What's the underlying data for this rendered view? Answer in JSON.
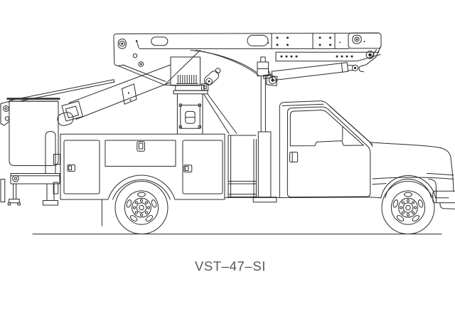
{
  "page": {
    "background_color": "#ffffff"
  },
  "figure": {
    "kind": "technical line drawing",
    "subject": "aerial-lift bucket truck, side view",
    "line_color": "#2b2b2b",
    "paper_color": "#ffffff",
    "parts": [
      "platform-bucket",
      "bucket-leveling-bracket",
      "lower-boom",
      "boom-knuckle",
      "upper-boom",
      "boom-tip",
      "leveling-bar",
      "lift-cylinder",
      "turret-control-valves",
      "pedestal-access-panel",
      "vertical-cylinder",
      "outrigger-jacks",
      "utility-body",
      "compartment-doors",
      "rear-wheel",
      "chassis-cab",
      "cab-door",
      "hood",
      "front-bumper",
      "front-wheel",
      "ground-line"
    ]
  },
  "caption": {
    "model_label": "VST–47–SI",
    "color": "#585858"
  }
}
